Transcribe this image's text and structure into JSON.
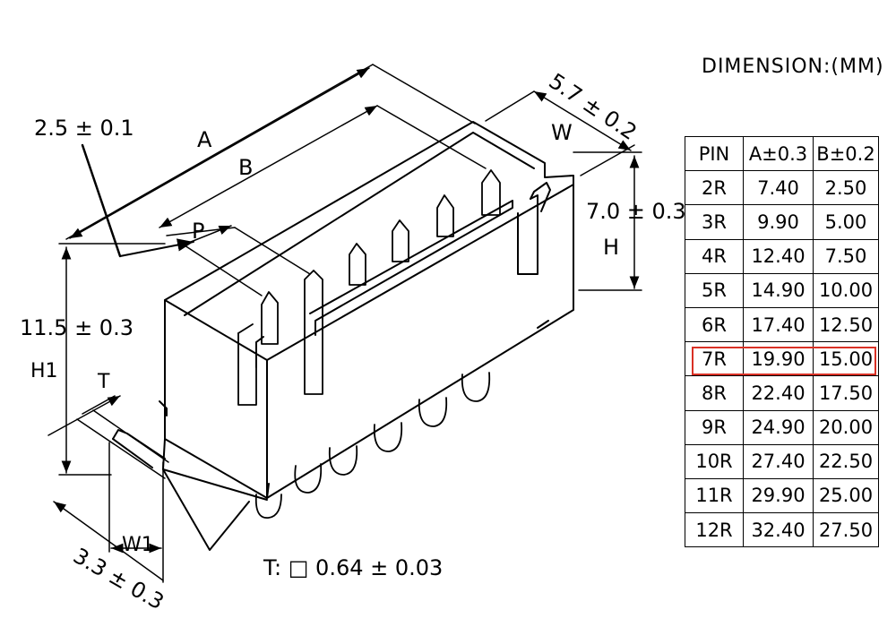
{
  "title": "DIMENSION:(MM)",
  "drawing_labels": {
    "a": "A",
    "b": "B",
    "p": "P",
    "w": "W",
    "h": "H",
    "h1": "H1",
    "t": "T",
    "w1": "W1",
    "dim_2_5": "2.5 ± 0.1",
    "dim_5_7": "5.7 ± 0.2",
    "dim_7_0": "7.0 ± 0.3",
    "dim_11_5": "11.5 ± 0.3",
    "dim_3_3": "3.3 ± 0.3",
    "terminal": "T: □ 0.64 ± 0.03"
  },
  "table": {
    "headers": [
      "PIN",
      "A±0.3",
      "B±0.2"
    ],
    "rows": [
      [
        "2R",
        "7.40",
        "2.50"
      ],
      [
        "3R",
        "9.90",
        "5.00"
      ],
      [
        "4R",
        "12.40",
        "7.50"
      ],
      [
        "5R",
        "14.90",
        "10.00"
      ],
      [
        "6R",
        "17.40",
        "12.50"
      ],
      [
        "7R",
        "19.90",
        "15.00"
      ],
      [
        "8R",
        "22.40",
        "17.50"
      ],
      [
        "9R",
        "24.90",
        "20.00"
      ],
      [
        "10R",
        "27.40",
        "22.50"
      ],
      [
        "11R",
        "29.90",
        "25.00"
      ],
      [
        "12R",
        "32.40",
        "27.50"
      ]
    ],
    "highlighted_row": "7R",
    "highlight_color": "#d93025"
  }
}
